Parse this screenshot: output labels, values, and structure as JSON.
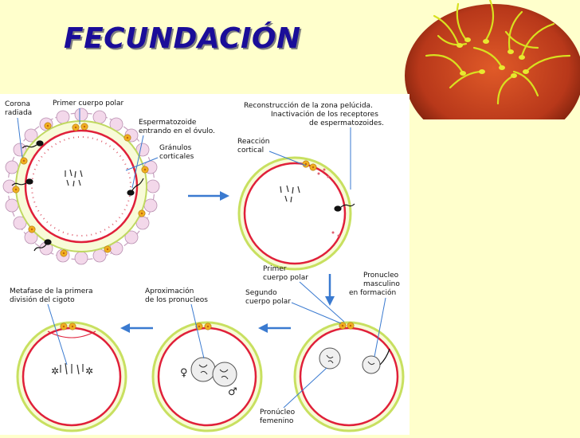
{
  "slide": {
    "title": "FECUNDACIÓN"
  },
  "photo": {
    "icon": "sperm-cells-on-ovum-photo"
  },
  "colors": {
    "title": "#1a0d99",
    "background": "#ffffcc",
    "membrane": "#e0203a",
    "zona": "#c8e060",
    "granule": "#f0b020",
    "arrow": "#3a7ad0"
  },
  "labels": {
    "corona_radiada": [
      "Corona",
      "radiada"
    ],
    "primer_cuerpo_polar_1": "Primer cuerpo polar",
    "espermatozoide": [
      "Espermatozoide",
      "entrando en el óvulo."
    ],
    "granulos": [
      "Gránulos",
      "corticales"
    ],
    "reconstruccion": [
      "Reconstrucción de la zona pelúcida.",
      "Inactivación de los receptores",
      "de espermatozoides."
    ],
    "reaccion_cortical": [
      "Reacción",
      "cortical"
    ],
    "primer_cuerpo_polar_2": [
      "Primer",
      "cuerpo polar"
    ],
    "pronucleo_masculino": [
      "Pronucleo",
      "masculino",
      "en formación"
    ],
    "segundo_cuerpo_polar": [
      "Segundo",
      "cuerpo polar"
    ],
    "aproximacion": [
      "Aproximación",
      "de los pronucleos"
    ],
    "metafase": [
      "Metafase de la primera",
      "división del cigoto"
    ],
    "pronucleo_femenino": [
      "Pronúcleo",
      "femenino"
    ]
  }
}
